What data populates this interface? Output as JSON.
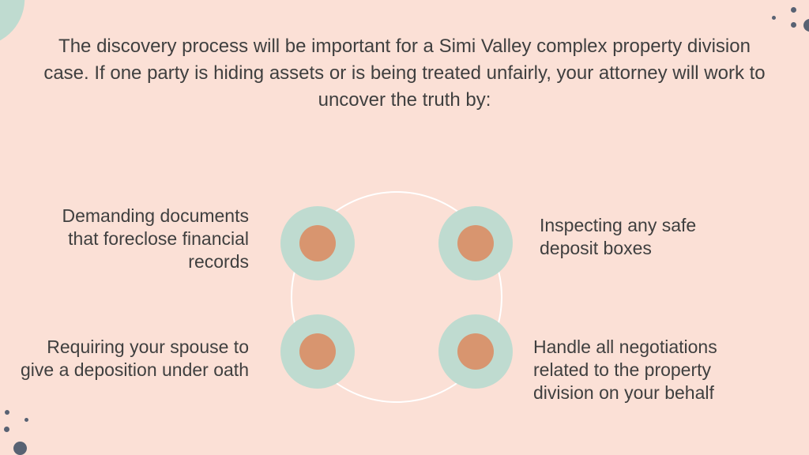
{
  "intro": {
    "text": "The discovery process will be important for a Simi Valley complex property division case. If one party is hiding assets or is being treated unfairly, your attorney will work to uncover the truth by:"
  },
  "items": [
    {
      "text": "Demanding documents that foreclose financial records"
    },
    {
      "text": "Inspecting any safe deposit boxes"
    },
    {
      "text": "Requiring your spouse to give a deposition under oath"
    },
    {
      "text": "Handle all negotiations related to the property division on your behalf"
    }
  ],
  "colors": {
    "background": "#fbe0d6",
    "node_outer": "#bfdbd0",
    "node_inner": "#d8956f",
    "ring": "#ffffff",
    "text": "#3f3f3f",
    "dots": "#586273"
  }
}
